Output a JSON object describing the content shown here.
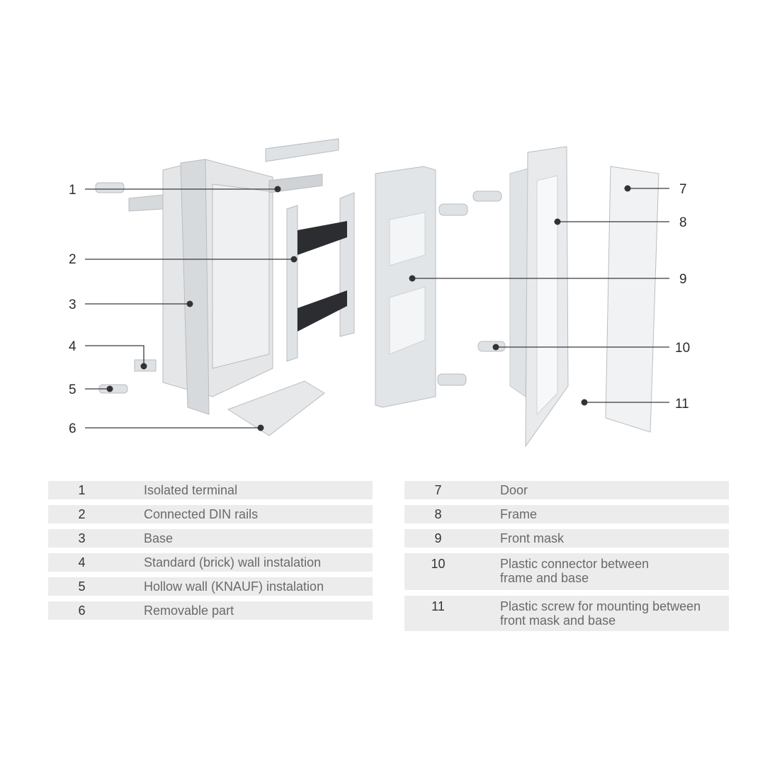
{
  "callouts": [
    "1",
    "2",
    "3",
    "4",
    "5",
    "6",
    "7",
    "8",
    "9",
    "10",
    "11"
  ],
  "legend_left": [
    {
      "num": "1",
      "text": "Isolated terminal"
    },
    {
      "num": "2",
      "text": "Connected DIN rails"
    },
    {
      "num": "3",
      "text": "Base"
    },
    {
      "num": "4",
      "text": "Standard (brick) wall instalation"
    },
    {
      "num": "5",
      "text": "Hollow wall (KNAUF) instalation"
    },
    {
      "num": "6",
      "text": "Removable part"
    }
  ],
  "legend_right": [
    {
      "num": "7",
      "text": "Door"
    },
    {
      "num": "8",
      "text": "Frame"
    },
    {
      "num": "9",
      "text": "Front mask"
    },
    {
      "num": "10",
      "text": "Plastic connector between frame and base"
    },
    {
      "num": "11",
      "text": "Plastic screw for mounting between front mask and base"
    }
  ]
}
